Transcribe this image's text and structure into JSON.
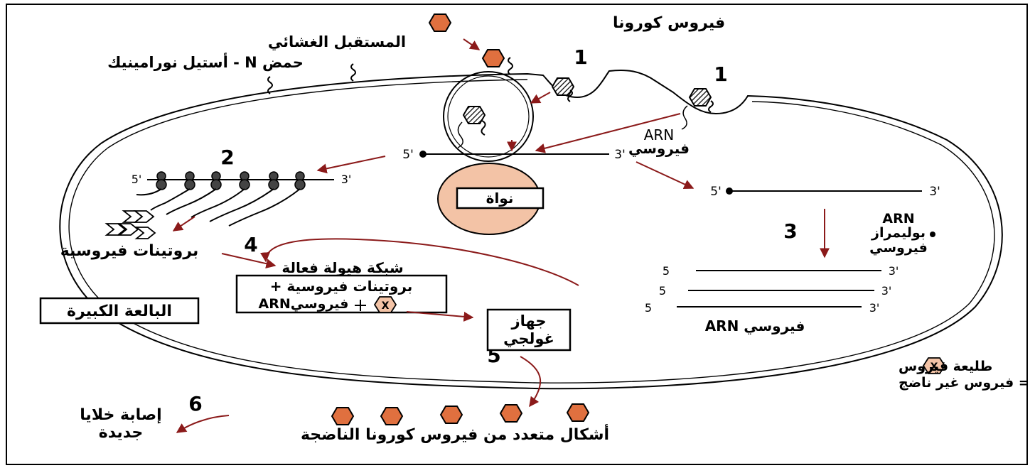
{
  "labels": {
    "corona_virus": "فيروس كورونا",
    "membrane_receptor": "المستقبل الغشائي",
    "acid_label": "حمض N - أستيل نورامينيك",
    "arn_viral_top": "ARN",
    "arn_viral_bottom": "فيروسي",
    "nucleus": "نواة",
    "viral_proteins": "بروتينات فيروسية",
    "rer": "شبكة هيولة فعالة",
    "box_line1": "بروتينات فيروسية +",
    "box_line2": "فيروسيARN",
    "macrophage": "البالعة الكبيرة",
    "golgi_line1": "جهاز",
    "golgi_line2": "غولجي",
    "polymerase_line1": "ARN",
    "polymerase_line2": "بوليمراز",
    "polymerase_line3": "فيروسي",
    "arn_bottom": "فيروسي ARN",
    "legend_line1": "طليعة فيروس",
    "legend_line2": "= فيروس غير ناضج",
    "new_cells_line1": "إصابة خلايا",
    "new_cells_line2": "جديدة",
    "mature_forms": "أشكال متعدد من فيروس كورونا الناضجة",
    "precursor_symbol": "X",
    "end5p": "5'",
    "end3p": "3'",
    "end5": "5"
  },
  "steps": {
    "s1a": "1",
    "s1b": "1",
    "s2": "2",
    "s3": "3",
    "s4": "4",
    "s5": "5",
    "s6": "6"
  },
  "colors": {
    "virus": "#e0703f",
    "nucleus": "#f3c3a6",
    "arrow": "#8b1a1a"
  }
}
